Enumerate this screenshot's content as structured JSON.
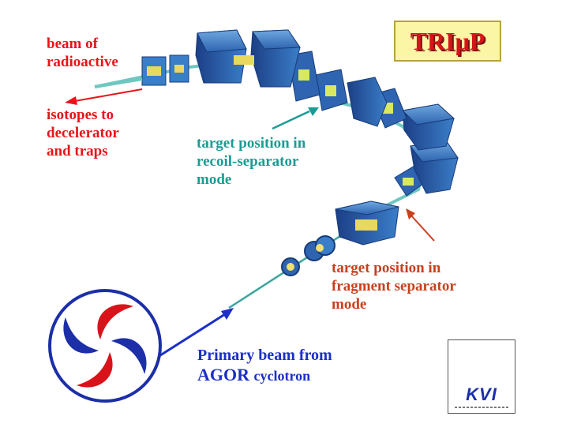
{
  "labels": {
    "beam_line1": "beam of",
    "beam_line2": "radioactive",
    "iso_line1": "isotopes to",
    "iso_line2": "decelerator",
    "iso_line3": "and traps",
    "recoil_line1": "target position in",
    "recoil_line2": "recoil-separator",
    "recoil_line3": "mode",
    "frag_line1": "target position in",
    "frag_line2": "fragment separator",
    "frag_line3": "mode",
    "primary_line1": "Primary beam from",
    "primary_agor": "AGOR",
    "primary_cyclotron": "cyclotron"
  },
  "title": "TRIμP",
  "logo": {
    "text": "KVI"
  },
  "colors": {
    "red": "#e8141a",
    "teal": "#1a9c94",
    "orange_red": "#c8401e",
    "blue": "#1c2fc8",
    "magnet_blue": "#3a7ec8",
    "title_bg": "#fbf5a6"
  }
}
